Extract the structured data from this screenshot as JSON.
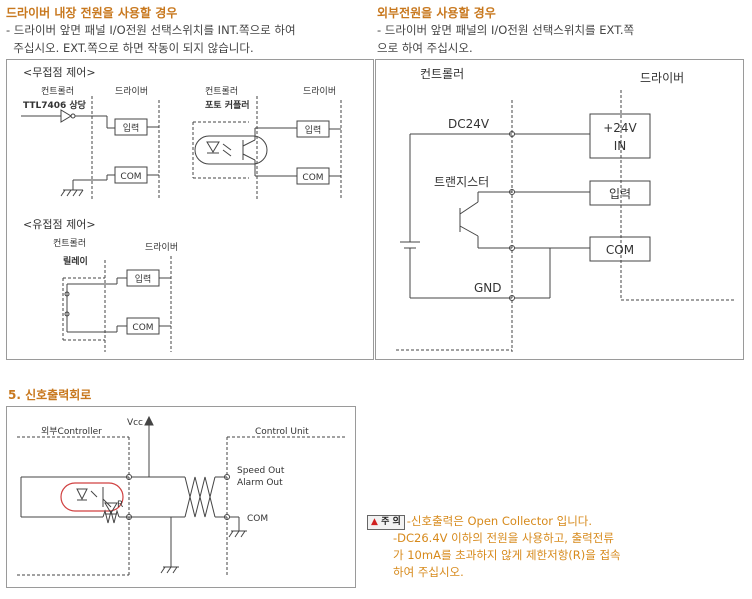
{
  "internal": {
    "heading": "드라이버 내장 전원을 사용할 경우",
    "desc_lines": [
      "- 드라이버 앞면 패널 I/O전원 선택스위치를 INT.쪽으로 하여",
      "  주십시오. EXT.쪽으로 하면 작동이 되지 않습니다."
    ],
    "contactless": {
      "title": "<무접점 제어>",
      "ttl": {
        "controller": "컨트롤러",
        "driver": "드라이버",
        "device": "TTL7406 상당",
        "input": "입력",
        "com": "COM"
      },
      "photo": {
        "controller": "컨트롤러",
        "driver": "드라이버",
        "device": "포토 커플러",
        "input": "입력",
        "com": "COM"
      }
    },
    "contact": {
      "title": "<유접점 제어>",
      "controller": "컨트롤러",
      "driver": "드라이버",
      "device": "릴레이",
      "input": "입력",
      "com": "COM"
    }
  },
  "external": {
    "heading": "외부전원을 사용할 경우",
    "desc_lines": [
      "- 드라이버 앞면 패널의 I/O전원 선택스위치를 EXT.쪽",
      "으로 하여 주십시오."
    ],
    "controller": "컨트롤러",
    "driver": "드라이버",
    "dc": "DC24V",
    "transistor": "트랜지스터",
    "gnd": "GND",
    "plus24": "+24V",
    "in": "IN",
    "input": "입력",
    "com": "COM"
  },
  "signal": {
    "heading": "5. 신호출력회로",
    "vcc": "Vcc",
    "outside": "외부Controller",
    "control_unit": "Control Unit",
    "speed_out": "Speed Out",
    "alarm_out": "Alarm Out",
    "r": "R",
    "com": "COM"
  },
  "note": {
    "badge": "주 의",
    "lines": [
      "-신호출력은 Open Collector 입니다.",
      "-DC26.4V 이하의 전원을 사용하고, 출력전류",
      "가 10mA를 초과하지 않게 제한저항(R)을 접속",
      "하여 주십시오."
    ]
  },
  "colors": {
    "heading": "#c8781e",
    "note": "#d78a1c",
    "optocoupler": "#d04040"
  }
}
